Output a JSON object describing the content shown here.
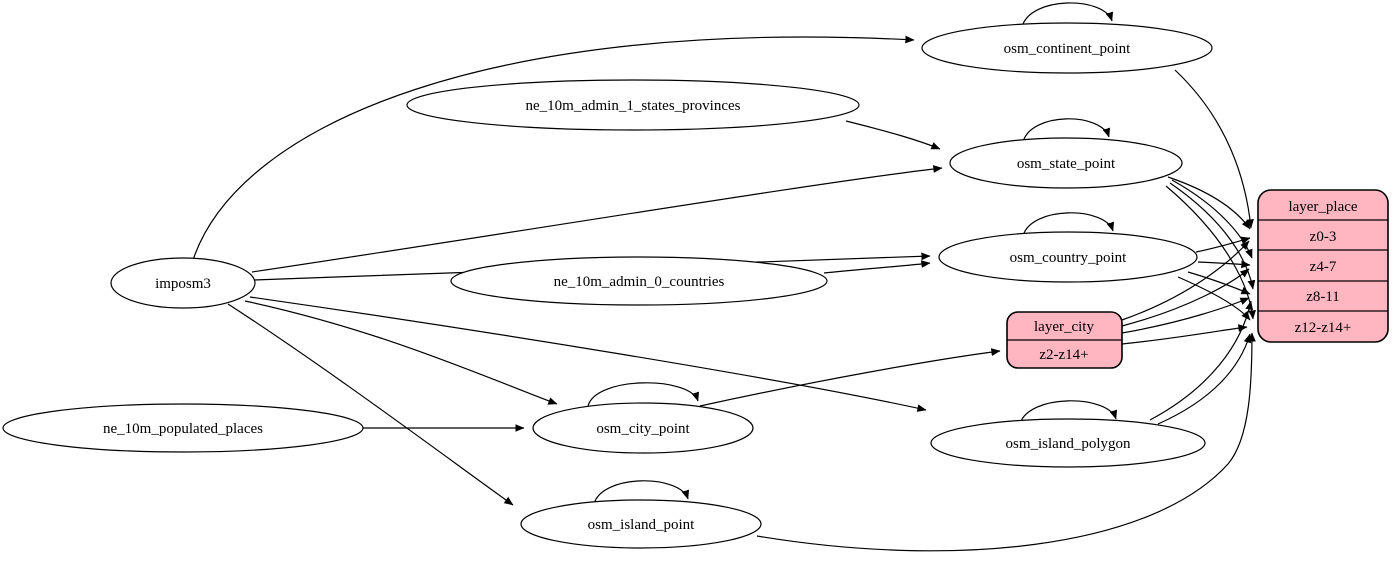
{
  "diagram_type": "etl-dependency-graph",
  "colors": {
    "background": "#ffffff",
    "node_fill": "#ffffff",
    "record_fill": "#ffb6c1",
    "stroke": "#000000"
  },
  "nodes": {
    "imposm3": {
      "label": "imposm3"
    },
    "ne_10m_admin_1_states_provinces": {
      "label": "ne_10m_admin_1_states_provinces"
    },
    "ne_10m_admin_0_countries": {
      "label": "ne_10m_admin_0_countries"
    },
    "ne_10m_populated_places": {
      "label": "ne_10m_populated_places"
    },
    "osm_continent_point": {
      "label": "osm_continent_point"
    },
    "osm_state_point": {
      "label": "osm_state_point"
    },
    "osm_country_point": {
      "label": "osm_country_point"
    },
    "osm_city_point": {
      "label": "osm_city_point"
    },
    "osm_island_polygon": {
      "label": "osm_island_polygon"
    },
    "osm_island_point": {
      "label": "osm_island_point"
    }
  },
  "records": {
    "layer_city": {
      "title": "layer_city",
      "rows": [
        "z2-z14+"
      ]
    },
    "layer_place": {
      "title": "layer_place",
      "rows": [
        "z0-3",
        "z4-7",
        "z8-11",
        "z12-z14+"
      ]
    }
  },
  "edges": [
    {
      "from": "imposm3",
      "to": "osm_continent_point"
    },
    {
      "from": "imposm3",
      "to": "osm_state_point"
    },
    {
      "from": "imposm3",
      "to": "osm_country_point"
    },
    {
      "from": "imposm3",
      "to": "osm_city_point"
    },
    {
      "from": "imposm3",
      "to": "osm_island_polygon"
    },
    {
      "from": "imposm3",
      "to": "osm_island_point"
    },
    {
      "from": "ne_10m_admin_1_states_provinces",
      "to": "osm_state_point"
    },
    {
      "from": "ne_10m_admin_0_countries",
      "to": "osm_country_point"
    },
    {
      "from": "ne_10m_populated_places",
      "to": "osm_city_point"
    },
    {
      "from": "osm_continent_point",
      "to": "osm_continent_point"
    },
    {
      "from": "osm_state_point",
      "to": "osm_state_point"
    },
    {
      "from": "osm_country_point",
      "to": "osm_country_point"
    },
    {
      "from": "osm_city_point",
      "to": "osm_city_point"
    },
    {
      "from": "osm_island_polygon",
      "to": "osm_island_polygon"
    },
    {
      "from": "osm_island_point",
      "to": "osm_island_point"
    },
    {
      "from": "osm_city_point",
      "to": "layer_city:z2-z14+"
    },
    {
      "from": "osm_continent_point",
      "to": "layer_place:z0-3"
    },
    {
      "from": "osm_state_point",
      "to": "layer_place:z0-3"
    },
    {
      "from": "osm_state_point",
      "to": "layer_place:z4-7"
    },
    {
      "from": "osm_state_point",
      "to": "layer_place:z8-11"
    },
    {
      "from": "osm_state_point",
      "to": "layer_place:z12-z14+"
    },
    {
      "from": "osm_country_point",
      "to": "layer_place:z0-3"
    },
    {
      "from": "osm_country_point",
      "to": "layer_place:z4-7"
    },
    {
      "from": "osm_country_point",
      "to": "layer_place:z8-11"
    },
    {
      "from": "osm_country_point",
      "to": "layer_place:z12-z14+"
    },
    {
      "from": "layer_city",
      "to": "layer_place:z0-3"
    },
    {
      "from": "layer_city",
      "to": "layer_place:z4-7"
    },
    {
      "from": "layer_city",
      "to": "layer_place:z8-11"
    },
    {
      "from": "layer_city",
      "to": "layer_place:z12-z14+"
    },
    {
      "from": "osm_island_polygon",
      "to": "layer_place:z8-11"
    },
    {
      "from": "osm_island_polygon",
      "to": "layer_place:z12-z14+"
    },
    {
      "from": "osm_island_point",
      "to": "layer_place:z12-z14+"
    }
  ]
}
